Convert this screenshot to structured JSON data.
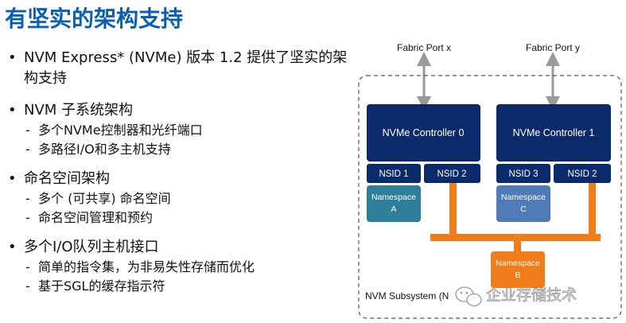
{
  "title": "有坚实的架构支持",
  "bullets": [
    {
      "text": "NVM Express* (NVMe) 版本 1.2 提供了坚实的架构支持",
      "subs": []
    },
    {
      "text": "NVM 子系统架构",
      "subs": [
        "多个NVMe控制器和光纤端口",
        "多路径I/O和多主机支持"
      ]
    },
    {
      "text": "命名空间架构",
      "subs": [
        "多个 (可共享) 命名空间",
        "命名空间管理和预约"
      ]
    },
    {
      "text": "多个I/O队列主机接口",
      "subs": [
        "简单的指令集，为非易失性存储而优化",
        "基于SGL的缓存指示符"
      ]
    }
  ],
  "diagram": {
    "fabric_port_x": "Fabric Port x",
    "fabric_port_y": "Fabric Port y",
    "controller_0": "NVMe Controller 0",
    "controller_1": "NVMe Controller 1",
    "nsid_c0_1": "NSID 1",
    "nsid_c0_2": "NSID 2",
    "nsid_c1_3": "NSID 3",
    "nsid_c1_2": "NSID 2",
    "namespace_a": [
      "Namespace",
      "A"
    ],
    "namespace_b": [
      "Namespace",
      "B"
    ],
    "namespace_c": [
      "Namespace",
      "C"
    ],
    "subsystem_label": "NVM Subsystem (N",
    "watermark": "企业存储技术",
    "colors": {
      "controller": "#0b2a6b",
      "namespace_a": "#2e7f9b",
      "namespace_c": "#4f7bb8",
      "fabric_bus": "#ef7d1a",
      "arrow": "#9a9a9a",
      "title": "#0a5fb0"
    }
  }
}
